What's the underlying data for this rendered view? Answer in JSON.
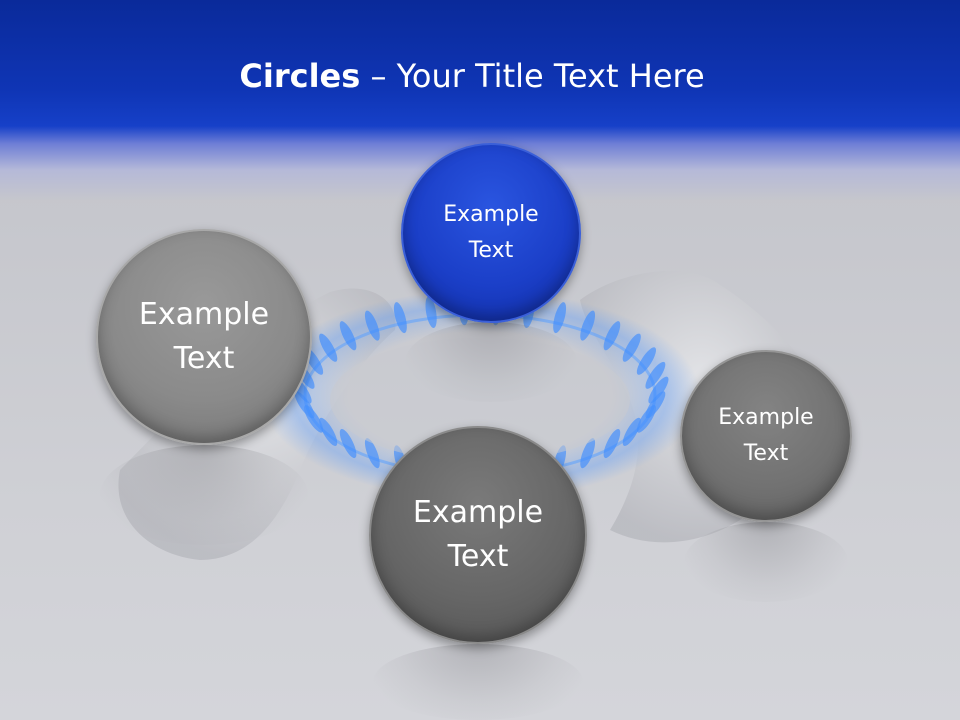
{
  "slide": {
    "title_bold": "Circles",
    "title_rest": " – Your Title Text Here"
  },
  "circles": [
    {
      "label_line1": "Example",
      "label_line2": "Text",
      "color": "#1b3fc8"
    },
    {
      "label_line1": "Example",
      "label_line2": "Text",
      "color": "#8a8a8a"
    },
    {
      "label_line1": "Example",
      "label_line2": "Text",
      "color": "#666666"
    },
    {
      "label_line1": "Example",
      "label_line2": "Text",
      "color": "#727272"
    }
  ],
  "background": {
    "header_color": "#0f35b5",
    "flame_color": "#3d8cff"
  }
}
